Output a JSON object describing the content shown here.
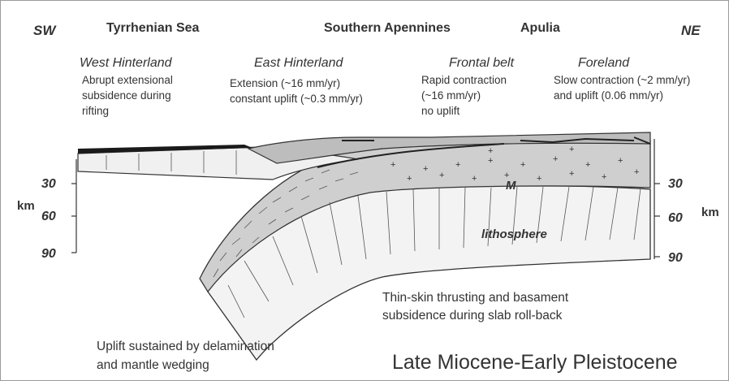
{
  "directions": {
    "left": "SW",
    "right": "NE"
  },
  "regions": {
    "tyrrhenian": "Tyrrhenian Sea",
    "apennines": "Southern Apennines",
    "apulia": "Apulia"
  },
  "domains": [
    {
      "name": "West Hinterland",
      "lines": [
        "Abrupt extensional",
        "subsidence during",
        "rifting"
      ]
    },
    {
      "name": "East Hinterland",
      "lines": [
        "Extension (~16 mm/yr)",
        "constant uplift (~0.3 mm/yr)"
      ]
    },
    {
      "name": "Frontal belt",
      "lines": [
        "Rapid contraction",
        "(~16 mm/yr)",
        "no uplift"
      ]
    },
    {
      "name": "Foreland",
      "lines": [
        "Slow contraction (~2 mm/yr)",
        "and uplift (0.06 mm/yr)"
      ]
    }
  ],
  "depth_axis": {
    "unit": "km",
    "ticks": [
      "30",
      "60",
      "90"
    ]
  },
  "labels": {
    "moho": "M",
    "lithosphere": "lithosphere"
  },
  "annotations": {
    "thrusting": [
      "Thin-skin thrusting and basament",
      "subsidence during slab roll-back"
    ],
    "uplift": [
      "Uplift sustained by delamination",
      "and mantle wedging"
    ]
  },
  "title": "Late Miocene-Early Pleistocene",
  "colors": {
    "crust": "#c8c8c8",
    "lithosphere": "#f2f2f2",
    "line": "#333333",
    "sediment": "#1a1a1a"
  }
}
